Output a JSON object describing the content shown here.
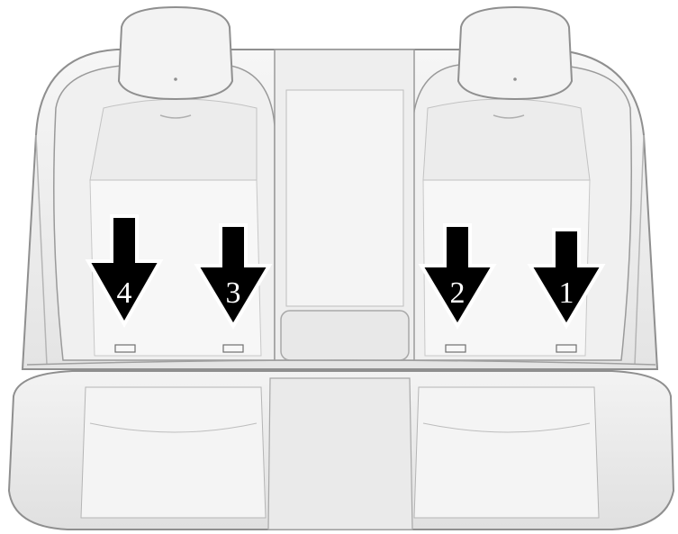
{
  "illustration": {
    "subject": "rear-seat-lower-anchors",
    "callouts": [
      {
        "id": "callout-4",
        "label": "4"
      },
      {
        "id": "callout-3",
        "label": "3"
      },
      {
        "id": "callout-2",
        "label": "2"
      },
      {
        "id": "callout-1",
        "label": "1"
      }
    ]
  },
  "colors": {
    "background": "#ffffff",
    "seat_fill": "#f1f1f1",
    "seat_shade": "#dedede",
    "seat_outline": "#9a9a9a",
    "arrow_fill": "#000000",
    "arrow_outline": "#ffffff",
    "label_color": "#ffffff"
  }
}
